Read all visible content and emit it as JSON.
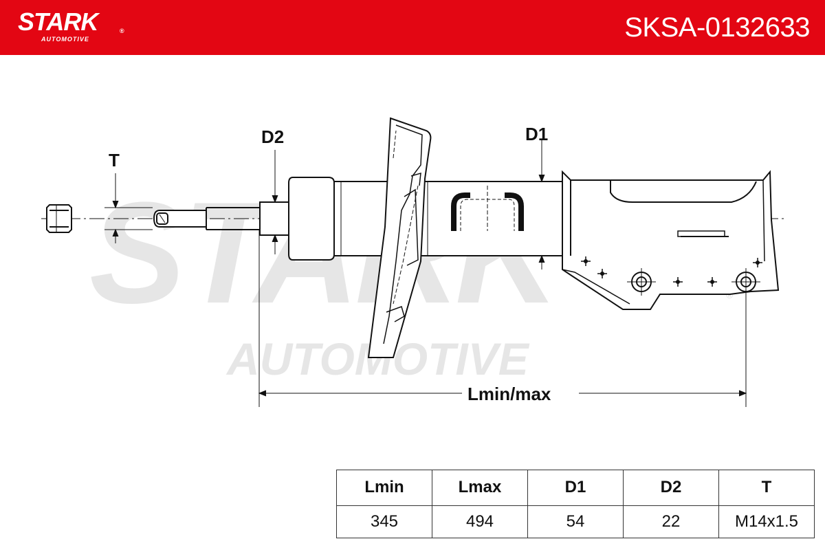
{
  "header": {
    "brand_name": "STARK",
    "brand_registered": "®",
    "brand_subtitle": "AUTOMOTIVE",
    "part_number": "SKSA-0132633"
  },
  "watermark": {
    "main": "STARK",
    "sub": "AUTOMOTIVE",
    "registered": "®"
  },
  "diagram": {
    "labels": {
      "thread": "T",
      "rod_diameter": "D2",
      "body_diameter": "D1",
      "length": "Lmin/max"
    }
  },
  "specs": {
    "headers": [
      "Lmin",
      "Lmax",
      "D1",
      "D2",
      "T"
    ],
    "values": [
      "345",
      "494",
      "54",
      "22",
      "M14x1.5"
    ]
  },
  "colors": {
    "brand_red": "#e30613",
    "line": "#111111",
    "watermark": "#e6e6e6"
  }
}
